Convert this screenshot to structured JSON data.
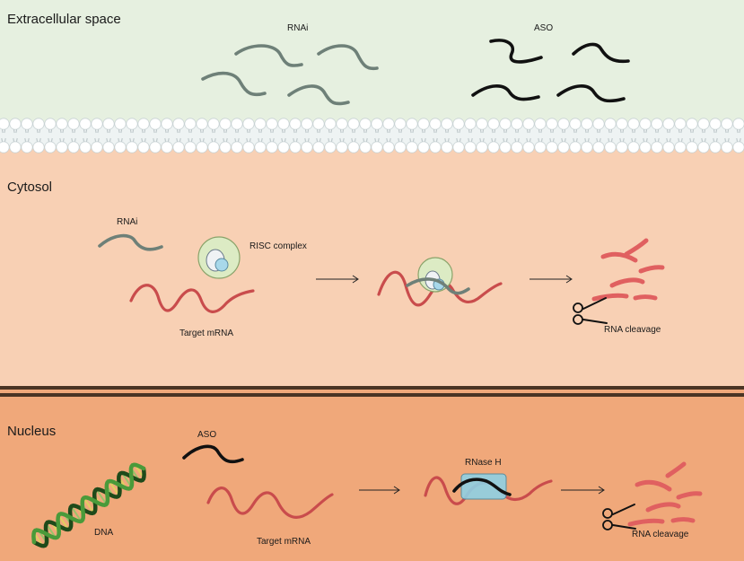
{
  "sections": {
    "extracellular": {
      "title": "Extracellular space",
      "color": "#e6f0e0"
    },
    "cytosol": {
      "title": "Cytosol",
      "color": "#f8d0b4"
    },
    "nucleus": {
      "title": "Nucleus",
      "color": "#f0a87a"
    }
  },
  "membrane": {
    "head_color": "#ffffff",
    "tail_color": "#b9c3c6"
  },
  "nuclear_envelope": {
    "color": "#4a3424"
  },
  "labels": {
    "rnai_top": "RNAi",
    "aso_top": "ASO",
    "rnai_cyto": "RNAi",
    "risc": "RISC complex",
    "target_mrna_cyto": "Target mRNA",
    "rna_cleavage_cyto": "RNA cleavage",
    "aso_nuc": "ASO",
    "dna": "DNA",
    "rnase_h": "RNase H",
    "target_mrna_nuc": "Target mRNA",
    "rna_cleavage_nuc": "RNA cleavage"
  },
  "colors": {
    "rnai_strand": "#6e8078",
    "aso_strand": "#111111",
    "mrna_strand": "#c94c4c",
    "fragment": "#e06060",
    "risc_fill": "#dcebc4",
    "rnase_fill": "#8fd0e4",
    "dna_green": "#4a9a3a",
    "dna_dark": "#1f4a1a"
  }
}
